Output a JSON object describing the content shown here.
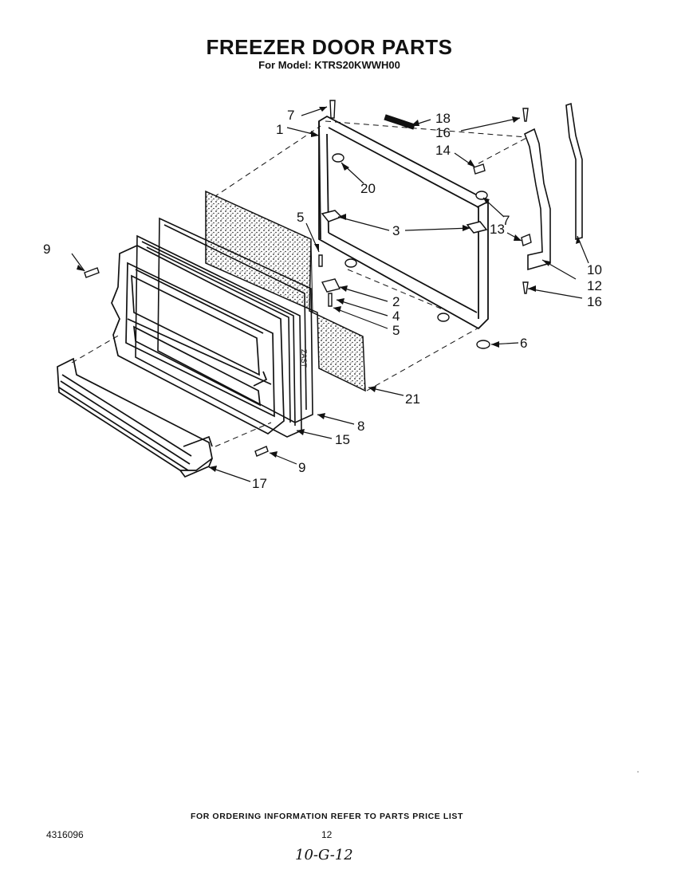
{
  "header": {
    "title": "FREEZER DOOR PARTS",
    "subtitle": "For Model: KTRS20KWWH00"
  },
  "diagram": {
    "gasket_print": "ZAST",
    "callouts": [
      "1",
      "2",
      "3",
      "4",
      "5",
      "5",
      "6",
      "7",
      "7",
      "8",
      "9",
      "9",
      "10",
      "12",
      "13",
      "14",
      "15",
      "16",
      "16",
      "17",
      "18",
      "20",
      "21"
    ]
  },
  "footer": {
    "note": "FOR ORDERING INFORMATION REFER TO PARTS PRICE LIST",
    "doc_number": "4316096",
    "page_number": "12",
    "handwritten": "10-G-12"
  }
}
